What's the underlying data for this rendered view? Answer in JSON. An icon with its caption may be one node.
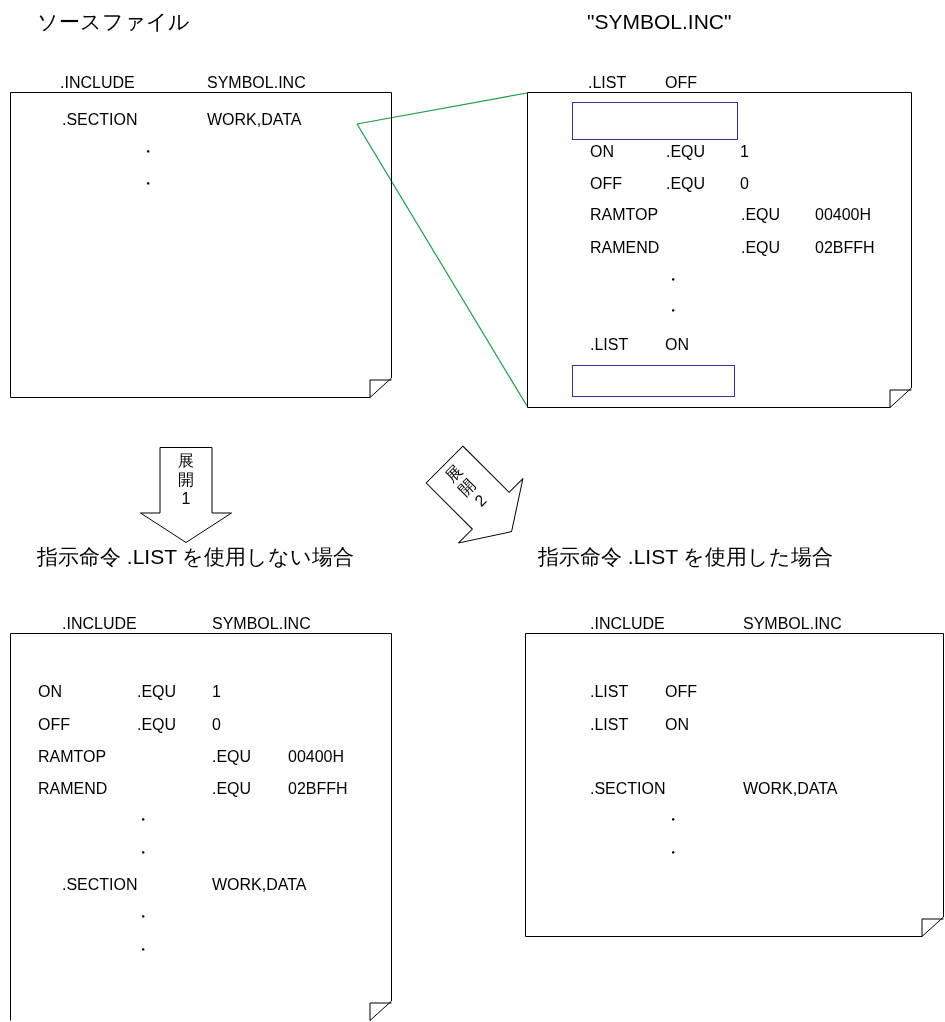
{
  "diagram": {
    "nodes": [
      {
        "text": [
          "ソースファイル",
          ".INCLUDE",
          "SYMBOL.INC",
          ".SECTION",
          "WORK,DATA",
          "・",
          "・"
        ]
      },
      {
        "text": [
          "\"SYMBOL.INC\"",
          ".LIST",
          "OFF",
          "ON",
          ".EQU",
          "1",
          "OFF",
          ".EQU",
          "0",
          "RAMTOP",
          ".EQU",
          "00400H",
          "RAMEND",
          ".EQU",
          "02BFFH",
          "・",
          "・",
          ".LIST",
          "ON"
        ]
      },
      {
        "text": [],
        "shape": "box",
        "in": 1
      },
      {
        "text": [],
        "shape": "box",
        "in": 1
      },
      {
        "text": [
          "展開1"
        ]
      },
      {
        "text": [
          "展開2"
        ]
      },
      {
        "text": [
          "指示命令 .LIST を使用しない場合",
          ".INCLUDE",
          "SYMBOL.INC",
          "ON",
          ".EQU",
          "1",
          "OFF",
          ".EQU",
          "0",
          "RAMTOP",
          ".EQU",
          "00400H",
          "RAMEND",
          ".EQU",
          "02BFFH",
          "・",
          "・",
          ".SECTION",
          "WORK,DATA",
          "・",
          "・"
        ]
      },
      {
        "text": [
          "指示命令 .LIST を使用した場合",
          ".INCLUDE",
          "SYMBOL.INC",
          ".LIST",
          "OFF",
          ".LIST",
          "ON",
          ".SECTION",
          "WORK,DATA",
          "・",
          "・"
        ]
      }
    ],
    "edges": [
      {
        "from": 0,
        "to": 1,
        "arrow": "none",
        "color": "#1f9a48"
      },
      {
        "from": 0,
        "to": 1,
        "arrow": "none",
        "color": "#1f9a48"
      }
    ]
  }
}
